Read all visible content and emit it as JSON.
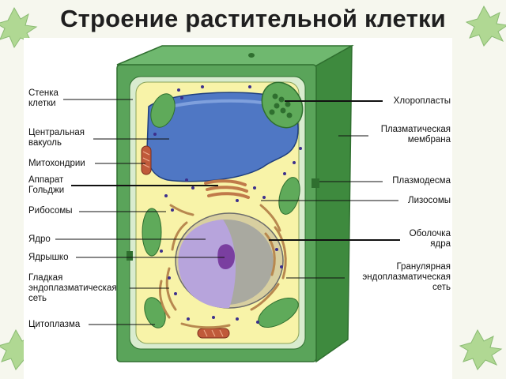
{
  "title": "Строение растительной клетки",
  "labels_left": [
    {
      "id": "cell-wall",
      "text": [
        "Стенка",
        "клетки"
      ]
    },
    {
      "id": "central-vacuole",
      "text": [
        "Центральная",
        "вакуоль"
      ]
    },
    {
      "id": "mitochondria",
      "text": [
        "Митохондрии"
      ]
    },
    {
      "id": "golgi",
      "text": [
        "Аппарат",
        "Гольджи"
      ]
    },
    {
      "id": "ribosomes",
      "text": [
        "Рибосомы"
      ]
    },
    {
      "id": "nucleus",
      "text": [
        "Ядро"
      ]
    },
    {
      "id": "nucleolus",
      "text": [
        "Ядрышко"
      ]
    },
    {
      "id": "smooth-er",
      "text": [
        "Гладкая",
        "эндоплазматическая",
        "сеть"
      ]
    },
    {
      "id": "cytoplasm",
      "text": [
        "Цитоплазма"
      ]
    }
  ],
  "labels_right": [
    {
      "id": "chloroplasts",
      "text": [
        "Хлоропласты"
      ]
    },
    {
      "id": "plasma-membrane",
      "text": [
        "Плазматическая",
        "мембрана"
      ]
    },
    {
      "id": "plasmodesma",
      "text": [
        "Плазмодесма"
      ]
    },
    {
      "id": "lysosomes",
      "text": [
        "Лизосомы"
      ]
    },
    {
      "id": "nuclear-envelope",
      "text": [
        "Оболочка",
        "ядра"
      ]
    },
    {
      "id": "rough-er",
      "text": [
        "Гранулярная",
        "эндоплазматическая",
        "сеть"
      ]
    }
  ],
  "colors": {
    "background": "#f6f7ee",
    "wall_dark": "#3f8a3f",
    "wall_light": "#67b067",
    "cytoplasm": "#f8f3a8",
    "vacuole": "#4f77c4",
    "nucleus": "#b7a4dc",
    "nucleolus": "#7a3fa0",
    "organelle_green": "#5faa5a",
    "er": "#c89b63",
    "ribosome": "#3c2f8c",
    "mito": "#c05a3a",
    "leaf": "#a9d58a"
  }
}
